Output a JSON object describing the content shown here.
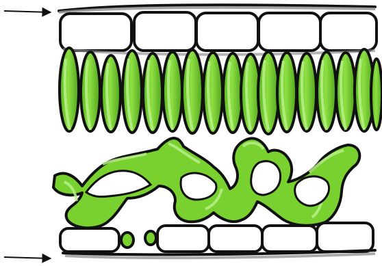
{
  "diagram": {
    "type": "leaf-cross-section",
    "labels": [],
    "colors": {
      "cell_fill": "#ffffff",
      "outline": "#111111",
      "shadow": "#8d8d8d",
      "green": "#78d12e",
      "green_dark": "#4fa51c",
      "green_highlight": "#b9f08a",
      "arrow": "#111111"
    },
    "arrows": [
      {
        "name": "top-arrow",
        "side": "left",
        "direction": "right"
      },
      {
        "name": "bottom-arrow",
        "side": "left",
        "direction": "right"
      }
    ],
    "upper_epidermis_cells": 5,
    "palisade_cells": 17,
    "lower_epidermis_cells": 5
  }
}
